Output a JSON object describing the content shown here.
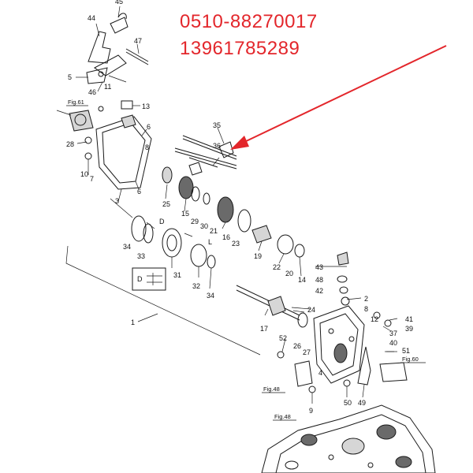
{
  "contact": {
    "phone_line_1": "0510-88270017",
    "phone_line_2": "13961785289"
  },
  "figure_refs": [
    "Fig.61",
    "Fig.48",
    "Fig.60",
    "Fig.48"
  ],
  "callouts": [
    "44",
    "45",
    "47",
    "5",
    "46",
    "11",
    "13",
    "6",
    "28",
    "10",
    "7",
    "3",
    "6",
    "35",
    "36",
    "8",
    "25",
    "15",
    "29",
    "30",
    "21",
    "16",
    "23",
    "19",
    "22",
    "20",
    "14",
    "34",
    "33",
    "31",
    "32",
    "34",
    "43",
    "48",
    "42",
    "2",
    "8",
    "12",
    "41",
    "39",
    "37",
    "40",
    "17",
    "52",
    "26",
    "27",
    "51",
    "4",
    "50",
    "49",
    "9",
    "1",
    "24"
  ],
  "detail_markers": [
    "D",
    "L",
    "D"
  ],
  "colors": {
    "phone_text": "#e3262b",
    "arrow": "#e3262b",
    "drawing": "#1a1a1a"
  }
}
